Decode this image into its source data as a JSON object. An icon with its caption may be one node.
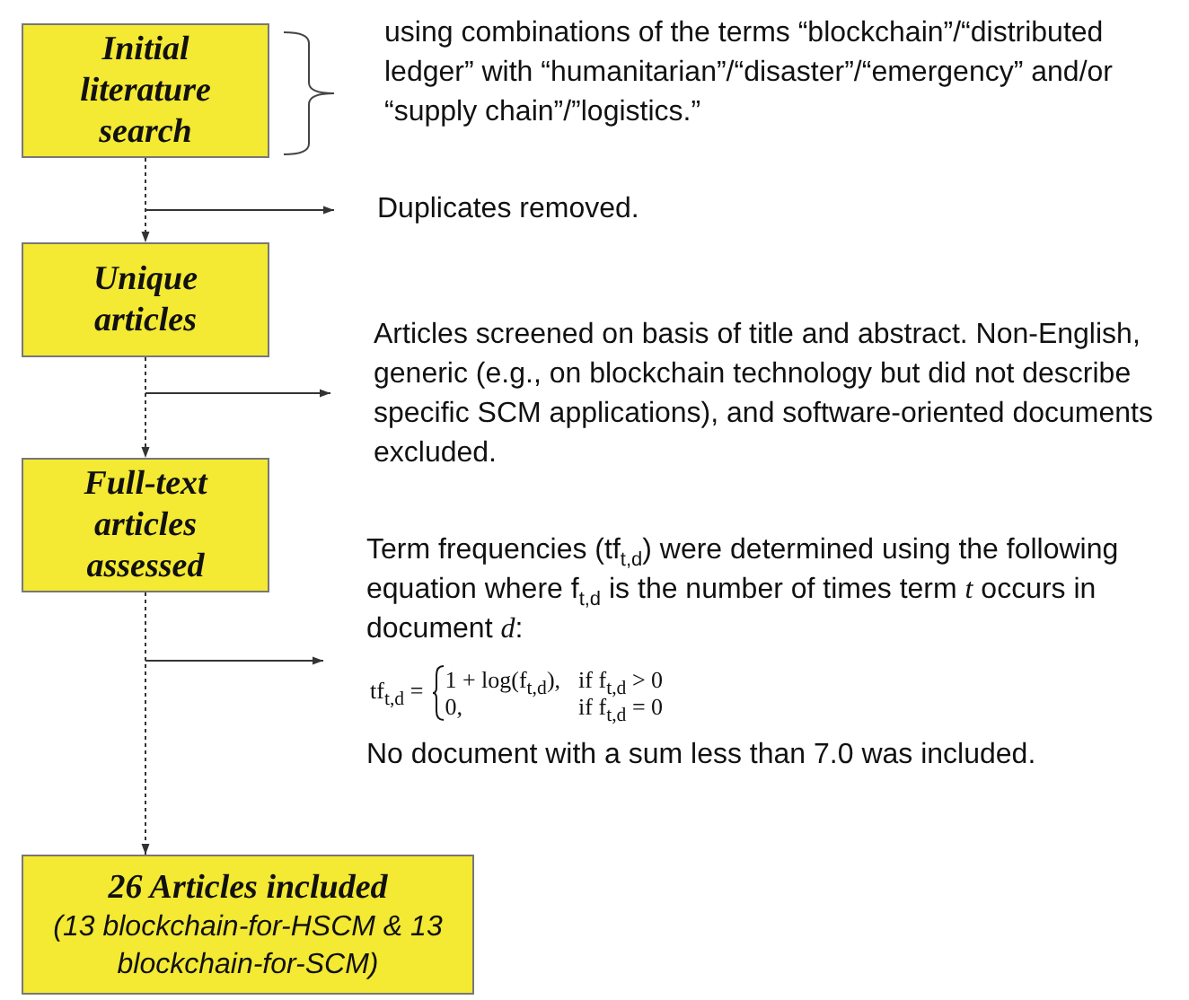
{
  "diagram": {
    "nodes": [
      {
        "text": [
          "Initial literature search"
        ]
      },
      {
        "text": [
          "Unique articles"
        ]
      },
      {
        "text": [
          "Full-text articles assessed"
        ]
      },
      {
        "text": [
          "26 Articles included",
          "(13  blockchain-for-HSCM & 13 blockchain-for-SCM)"
        ]
      },
      {
        "text": [
          "using combinations of the terms “blockchain”/“distributed ledger” with “humanitarian”/“disaster”/“emergency” and/or “supply chain”/”logistics.”"
        ]
      },
      {
        "text": [
          "Duplicates removed."
        ]
      },
      {
        "text": [
          "Articles screened on basis of title and abstract. Non-English, generic (e.g., on blockchain technology but did not describe specific SCM applications), and software-oriented documents excluded."
        ]
      },
      {
        "text": [
          "Term frequencies (tf$_{t,d}$) were determined using the following equation where f$_{t,d}$ is the number of times term *t* occurs in document *d*:",
          "No document with a sum less than 7.0 was included."
        ]
      }
    ],
    "edges": [
      {
        "from": 0,
        "to": 1,
        "arrow": "to",
        "style": "dashed"
      },
      {
        "from": 1,
        "to": 2,
        "arrow": "to",
        "style": "dashed"
      },
      {
        "from": 2,
        "to": 3,
        "arrow": "to",
        "style": "dashed"
      },
      {
        "from": 0,
        "to": 5,
        "arrow": "to"
      },
      {
        "from": 1,
        "to": 6,
        "arrow": "to"
      },
      {
        "from": 2,
        "to": 7,
        "arrow": "to"
      }
    ],
    "labels": [
      "tf$_{t,d}$ =",
      "1 + log(f$_{t,d}$),",
      "if f$_{t,d}$ > 0",
      "0,",
      "if f$_{t,d}$ = 0"
    ]
  }
}
